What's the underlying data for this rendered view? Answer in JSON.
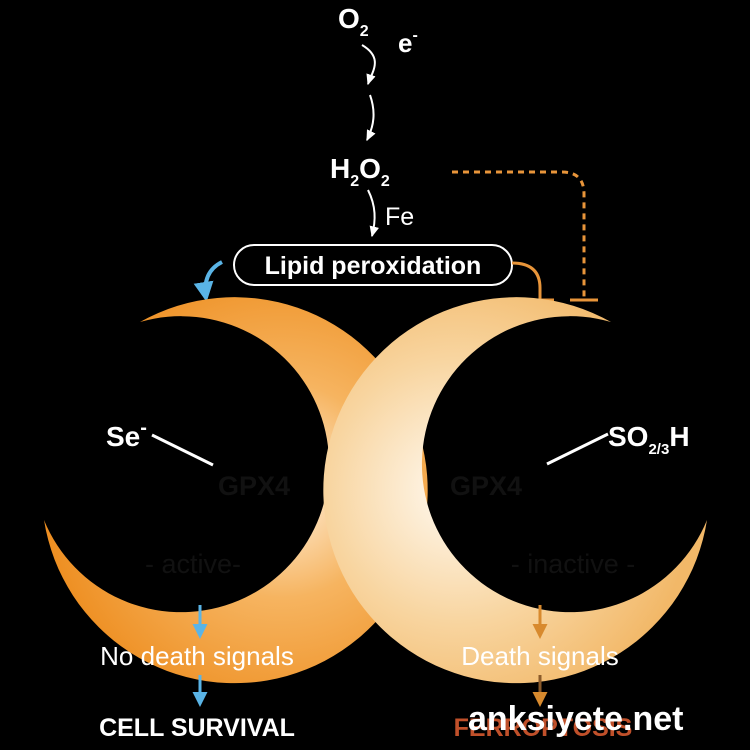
{
  "pathway": {
    "oxygen": "O",
    "oxygen_sub": "2",
    "electron": "e",
    "electron_sup": "-",
    "h2o2_h": "H",
    "h2o2_sub1": "2",
    "h2o2_o": "O",
    "h2o2_sub2": "2",
    "iron": "Fe",
    "lipid_peroxidation": "Lipid peroxidation"
  },
  "left": {
    "selenium": "Se",
    "selenium_sup": "-",
    "enzyme": "GPX4",
    "state": "- active-",
    "signal": "No death signals",
    "outcome": "CELL SURVIVAL"
  },
  "right": {
    "sulfinic": "SO",
    "sulfinic_sub": "2/3",
    "sulfinic_h": "H",
    "enzyme": "GPX4",
    "state": "- inactive -",
    "signal": "Death signals",
    "outcome": "FERROPTOSIS"
  },
  "watermark": "anksiyete.net",
  "colors": {
    "background": "#000000",
    "active_crescent": "#f0962e",
    "inactive_crescent": "#f7c98a",
    "inhibition": "#e8953a",
    "survival_arrow": "#5ab4e6",
    "death_arrow": "#d88a2e",
    "ferroptosis_text": "#c0502a"
  }
}
